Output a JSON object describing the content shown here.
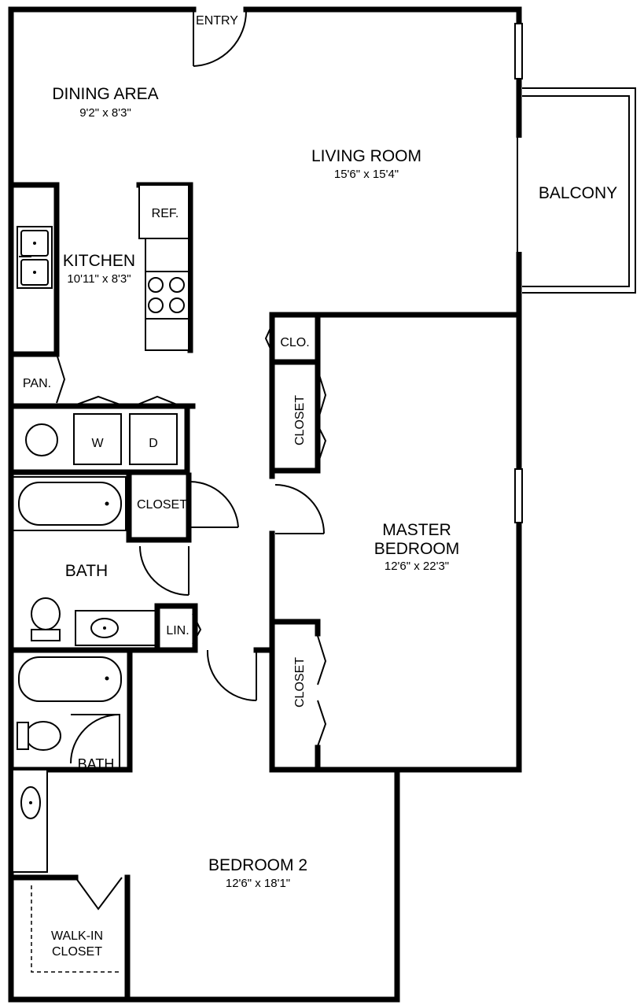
{
  "rooms": {
    "entry": "ENTRY",
    "dining": {
      "name": "DINING AREA",
      "size": "9'2\" x 8'3\""
    },
    "living": {
      "name": "LIVING ROOM",
      "size": "15'6\" x 15'4\""
    },
    "balcony": "BALCONY",
    "kitchen": {
      "name": "KITCHEN",
      "size": "10'11\" x 8'3\""
    },
    "ref": "REF.",
    "pantry": "PAN.",
    "clo": "CLO.",
    "washer": "W",
    "dryer": "D",
    "closet_hall": "CLOSET",
    "bath1": "BATH",
    "linen": "LIN.",
    "master": {
      "line1": "MASTER",
      "line2": "BEDROOM",
      "size": "12'6\" x 22'3\""
    },
    "master_closet_top": "CLOSET",
    "master_closet_bottom": "CLOSET",
    "bath2": "BATH",
    "bedroom2": {
      "name": "BEDROOM 2",
      "size": "12'6\" x 18'1\""
    },
    "walkin": {
      "line1": "WALK-IN",
      "line2": "CLOSET"
    }
  }
}
